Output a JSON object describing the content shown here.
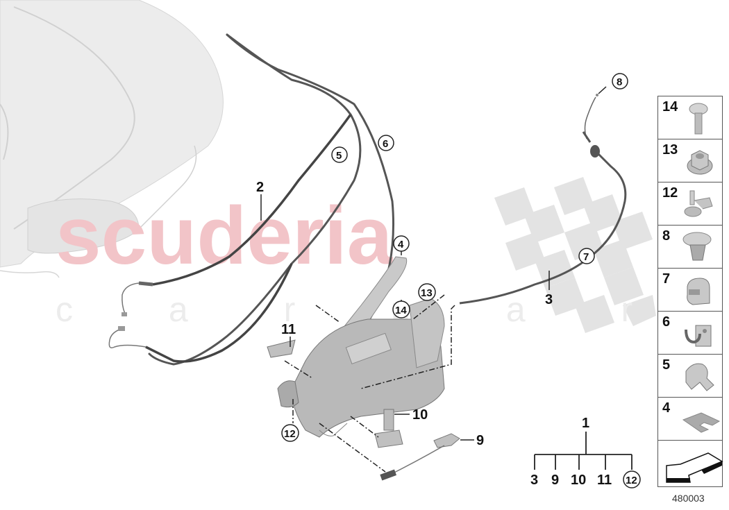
{
  "diagram": {
    "id": "480003",
    "watermark": {
      "main": "scuderia",
      "sub": "c a r   p a r t s",
      "color": "#f2c4c8"
    },
    "callouts": [
      {
        "label": "1",
        "circled": false
      },
      {
        "label": "2",
        "circled": false
      },
      {
        "label": "3",
        "circled": false
      },
      {
        "label": "4",
        "circled": true
      },
      {
        "label": "5",
        "circled": true
      },
      {
        "label": "6",
        "circled": true
      },
      {
        "label": "7",
        "circled": true
      },
      {
        "label": "8",
        "circled": true
      },
      {
        "label": "9",
        "circled": false
      },
      {
        "label": "10",
        "circled": false
      },
      {
        "label": "11",
        "circled": false
      },
      {
        "label": "12",
        "circled": true
      },
      {
        "label": "13",
        "circled": true
      },
      {
        "label": "14",
        "circled": true
      }
    ],
    "assembly_tree": {
      "parent": "1",
      "children": [
        "3",
        "9",
        "10",
        "11",
        "12"
      ]
    },
    "legend": [
      {
        "label": "14",
        "part": "screw-icon"
      },
      {
        "label": "13",
        "part": "flange-nut-icon"
      },
      {
        "label": "12",
        "part": "clip-pin-icon"
      },
      {
        "label": "8",
        "part": "push-rivet-icon"
      },
      {
        "label": "7",
        "part": "cable-clip-icon"
      },
      {
        "label": "6",
        "part": "cable-holder-block-icon"
      },
      {
        "label": "5",
        "part": "bracket-clamp-icon"
      },
      {
        "label": "4",
        "part": "shim-plate-icon"
      },
      {
        "label": "",
        "part": "direction-arrow-icon"
      }
    ]
  }
}
